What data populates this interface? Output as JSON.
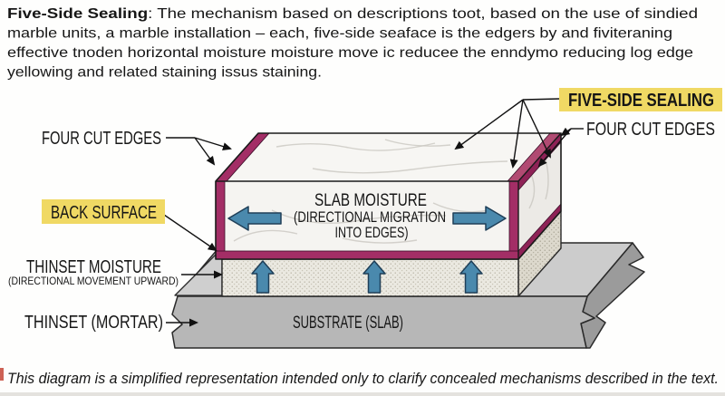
{
  "paragraph": {
    "lines": [
      {
        "bold": "Five-Side Sealing",
        "text": ": The mechanism based on descriptions toot, based on the use of sindied"
      },
      {
        "text": "marble units, a marble installation – each, five-side seaface is the edgers by and fiviteraning"
      },
      {
        "text": "effective tnoden horizontal moisture moisture move ic reducee the enndymo reducing log edge"
      },
      {
        "text": "yellowing and related staining issus staining."
      }
    ]
  },
  "caption": "This diagram is a simplified representation intended only to clarify concealed mechanisms described in the text.",
  "diagram": {
    "labels": {
      "four_cut_edges_left": "FOUR CUT EDGES",
      "five_side_sealing": "FIVE-SIDE SEALING",
      "four_cut_edges_right": "FOUR CUT EDGES",
      "back_surface": "BACK SURFACE",
      "slab_moisture_line1": "SLAB MOISTURE",
      "slab_moisture_line2": "(DIRECTIONAL MIGRATION",
      "slab_moisture_line3": "INTO EDGES)",
      "thinset_moisture": "THINSET MOISTURE",
      "thinset_moisture_sub": "(DIRECTIONAL MOVEMENT UPWARD)",
      "thinset_mortar": "THINSET (MORTAR)",
      "substrate": "SUBSTRATE (SLAB)"
    },
    "colors": {
      "seal_magenta": "#a32e66",
      "seal_magenta_dark": "#8e2256",
      "seal_magenta_light": "#b14a72",
      "arrow_blue": "#4a89ad",
      "arrow_blue_outline": "#1f3f58",
      "highlight_yellow": "#f0d964",
      "marble_white": "#f5f4f1",
      "thinset_beige": "#ebe9e1",
      "substrate_gray_front": "#b7b7b7",
      "substrate_gray_top": "#cccccc",
      "substrate_gray_side": "#9b9b9b"
    }
  }
}
